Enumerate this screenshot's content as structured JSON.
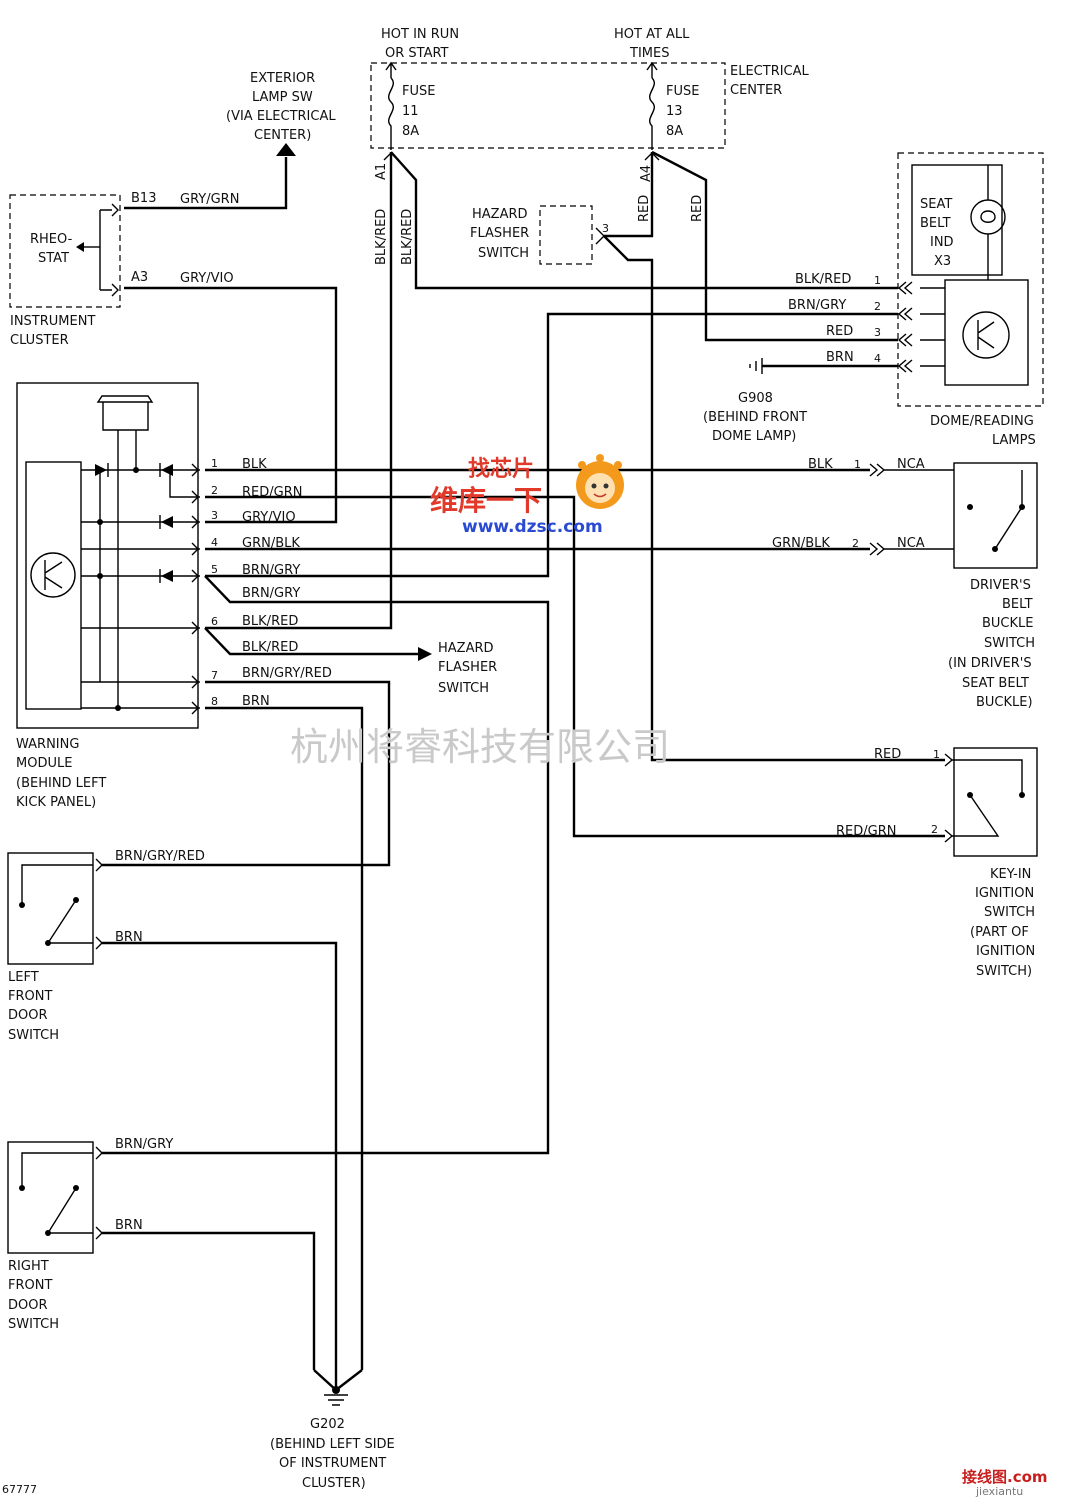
{
  "power": {
    "hot_run_line1": "HOT IN RUN",
    "hot_run_line2": "OR START",
    "hot_all_line1": "HOT AT ALL",
    "hot_all_line2": "TIMES",
    "fuse11": [
      "FUSE",
      "11",
      "8A"
    ],
    "fuse13": [
      "FUSE",
      "13",
      "8A"
    ],
    "electrical_center": [
      "ELECTRICAL",
      "CENTER"
    ],
    "pin_a1": "A1",
    "pin_a4": "A4"
  },
  "exterior_lamp": [
    "EXTERIOR",
    "LAMP SW",
    "(VIA ELECTRICAL",
    "CENTER)"
  ],
  "instrument_cluster": {
    "rheostat": [
      "RHEO-",
      "STAT"
    ],
    "label": [
      "INSTRUMENT",
      "CLUSTER"
    ],
    "pin_b13": "B13",
    "pin_a3": "A3"
  },
  "hazard_switch_top": [
    "HAZARD",
    "FLASHER",
    "SWITCH"
  ],
  "hazard_pin": "3",
  "hazard_switch_arrow": [
    "HAZARD",
    "FLASHER",
    "SWITCH"
  ],
  "dome_lamps": {
    "seat_belt_ind": [
      "SEAT",
      "BELT",
      "IND",
      "X3"
    ],
    "label": [
      "DOME/READING",
      "LAMPS"
    ],
    "pins": [
      {
        "num": "1",
        "wire": "BLK/RED"
      },
      {
        "num": "2",
        "wire": "BRN/GRY"
      },
      {
        "num": "3",
        "wire": "RED"
      },
      {
        "num": "4",
        "wire": "BRN"
      }
    ]
  },
  "ground_g908": [
    "G908",
    "(BEHIND FRONT",
    "DOME LAMP)"
  ],
  "warning_module": {
    "label": [
      "WARNING",
      "MODULE",
      "(BEHIND LEFT",
      "KICK PANEL)"
    ],
    "pins": [
      {
        "num": "1",
        "wire": "BLK"
      },
      {
        "num": "2",
        "wire": "RED/GRN"
      },
      {
        "num": "3",
        "wire": "GRY/VIO"
      },
      {
        "num": "4",
        "wire": "GRN/BLK"
      },
      {
        "num": "5",
        "wire": "BRN/GRY"
      },
      {
        "num": "6",
        "wire": "BLK/RED"
      },
      {
        "num": "7",
        "wire": "BRN/GRY/RED"
      },
      {
        "num": "8",
        "wire": "BRN"
      }
    ],
    "pin5_branch": "BRN/GRY",
    "pin6_branch": "BLK/RED"
  },
  "wires": {
    "gry_grn": "GRY/GRN",
    "gry_vio": "GRY/VIO",
    "blk_red_a": "BLK/RED",
    "blk_red_b": "BLK/RED",
    "red_a": "RED",
    "red_b": "RED"
  },
  "belt_buckle": {
    "label": [
      "DRIVER'S",
      "BELT",
      "BUCKLE",
      "SWITCH",
      "(IN DRIVER'S",
      "SEAT BELT",
      "BUCKLE)"
    ],
    "pins": [
      {
        "num": "1",
        "wire": "BLK",
        "nca": "NCA"
      },
      {
        "num": "2",
        "wire": "GRN/BLK",
        "nca": "NCA"
      }
    ]
  },
  "key_in_switch": {
    "label": [
      "KEY-IN",
      "IGNITION",
      "SWITCH",
      "(PART OF",
      "IGNITION",
      "SWITCH)"
    ],
    "pins": [
      {
        "num": "1",
        "wire": "RED"
      },
      {
        "num": "2",
        "wire": "RED/GRN"
      }
    ]
  },
  "left_door": {
    "label": [
      "LEFT",
      "FRONT",
      "DOOR",
      "SWITCH"
    ],
    "wire_top": "BRN/GRY/RED",
    "wire_bottom": "BRN"
  },
  "right_door": {
    "label": [
      "RIGHT",
      "FRONT",
      "DOOR",
      "SWITCH"
    ],
    "wire_top": "BRN/GRY",
    "wire_bottom": "BRN"
  },
  "ground_g202": [
    "G202",
    "(BEHIND LEFT SIDE",
    "OF INSTRUMENT",
    "CLUSTER)"
  ],
  "corner_code": "67777",
  "watermarks": {
    "company": "杭州将睿科技有限公司",
    "logo_top": "找芯片",
    "logo_mid": "维库一下",
    "logo_url": "www.dzsc.com",
    "corner": "接线图.com",
    "corner_sub": "jiexiantu"
  }
}
